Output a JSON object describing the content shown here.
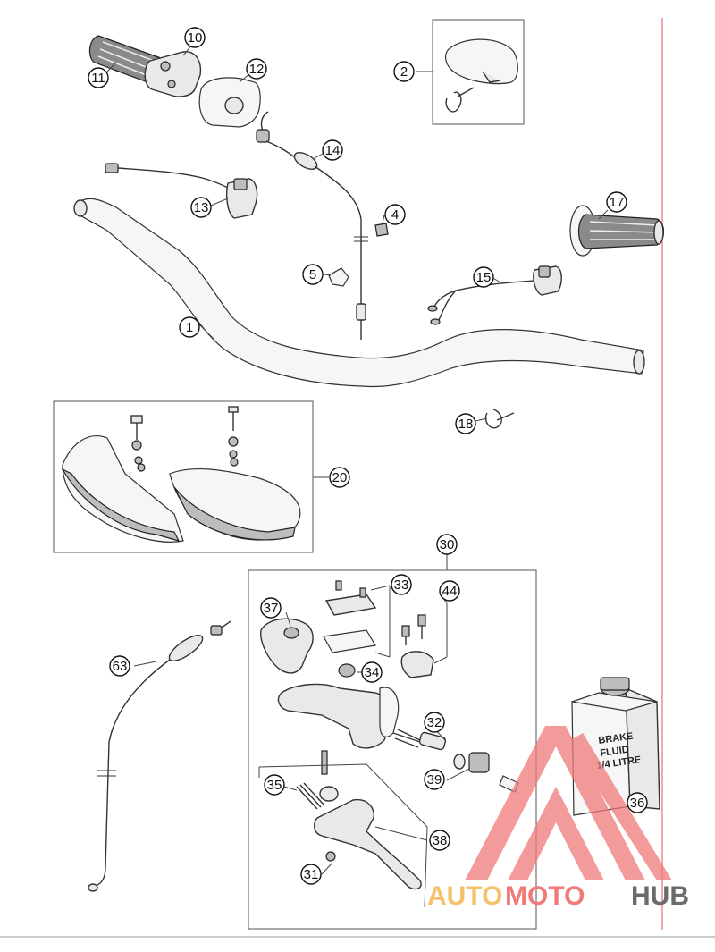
{
  "callouts": [
    {
      "id": "1"
    },
    {
      "id": "2"
    },
    {
      "id": "4"
    },
    {
      "id": "5"
    },
    {
      "id": "10"
    },
    {
      "id": "11"
    },
    {
      "id": "12"
    },
    {
      "id": "13"
    },
    {
      "id": "14"
    },
    {
      "id": "15"
    },
    {
      "id": "17"
    },
    {
      "id": "18"
    },
    {
      "id": "20"
    },
    {
      "id": "30"
    },
    {
      "id": "31"
    },
    {
      "id": "32"
    },
    {
      "id": "33"
    },
    {
      "id": "34"
    },
    {
      "id": "35"
    },
    {
      "id": "36"
    },
    {
      "id": "37"
    },
    {
      "id": "38"
    },
    {
      "id": "39"
    },
    {
      "id": "44"
    },
    {
      "id": "63"
    }
  ],
  "brake_fluid_label": [
    "BRAKE",
    "FLUID",
    "1/4 LITRE"
  ],
  "watermark": {
    "part1": "AUTO",
    "part2": "MOTO",
    "part3": "HUB",
    "color_primary": "#f07a7a",
    "color_secondary": "#f5c26b",
    "color_tertiary": "#6b6b6b"
  },
  "colors": {
    "margin_line": "#e87070"
  }
}
